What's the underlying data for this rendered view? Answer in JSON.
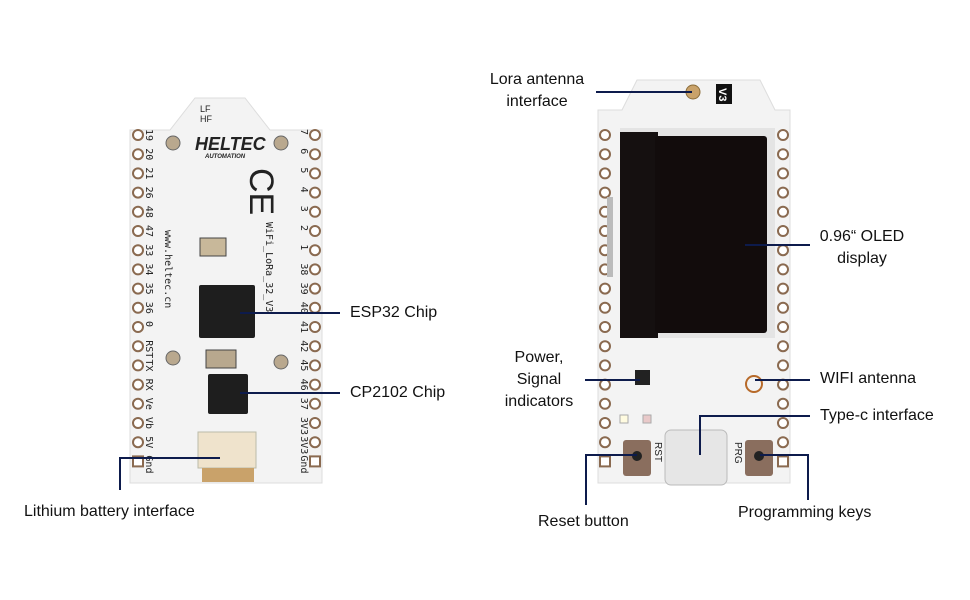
{
  "colors": {
    "leader_line": "#0d1b4c",
    "pcb": "#f3f3f3",
    "oled": "#120c0c",
    "chip": "#1e1e1e"
  },
  "front_board": {
    "brand": "HELTEC",
    "brand_sub": "AUTOMATION",
    "website": "www.heltec.cn",
    "model": "WiFi_LoRa_32_V3",
    "lf": "LF",
    "hf": "HF",
    "ce_mark": "CE",
    "left_pins": [
      "19",
      "20",
      "21",
      "26",
      "48",
      "47",
      "33",
      "34",
      "35",
      "36",
      "0",
      "RST",
      "TX",
      "RX",
      "Ve",
      "Vb",
      "5V",
      "Gnd"
    ],
    "right_pins": [
      "7",
      "6",
      "5",
      "4",
      "3",
      "2",
      "1",
      "38",
      "39",
      "40",
      "41",
      "42",
      "45",
      "46",
      "37",
      "3V3",
      "3V3",
      "Gnd"
    ]
  },
  "back_board": {
    "version": "V3",
    "rst_key": "RST",
    "prg_key": "PRG"
  },
  "callouts": {
    "esp32": "ESP32 Chip",
    "cp2102": "CP2102 Chip",
    "battery": "Lithium battery interface",
    "lora_1": "Lora antenna",
    "lora_2": "interface",
    "oled_1": "0.96“ OLED",
    "oled_2": "display",
    "power_1": "Power,",
    "power_2": "Signal",
    "power_3": "indicators",
    "wifi": "WIFI antenna",
    "typec": "Type-c interface",
    "reset": "Reset button",
    "prog": "Programming keys"
  }
}
